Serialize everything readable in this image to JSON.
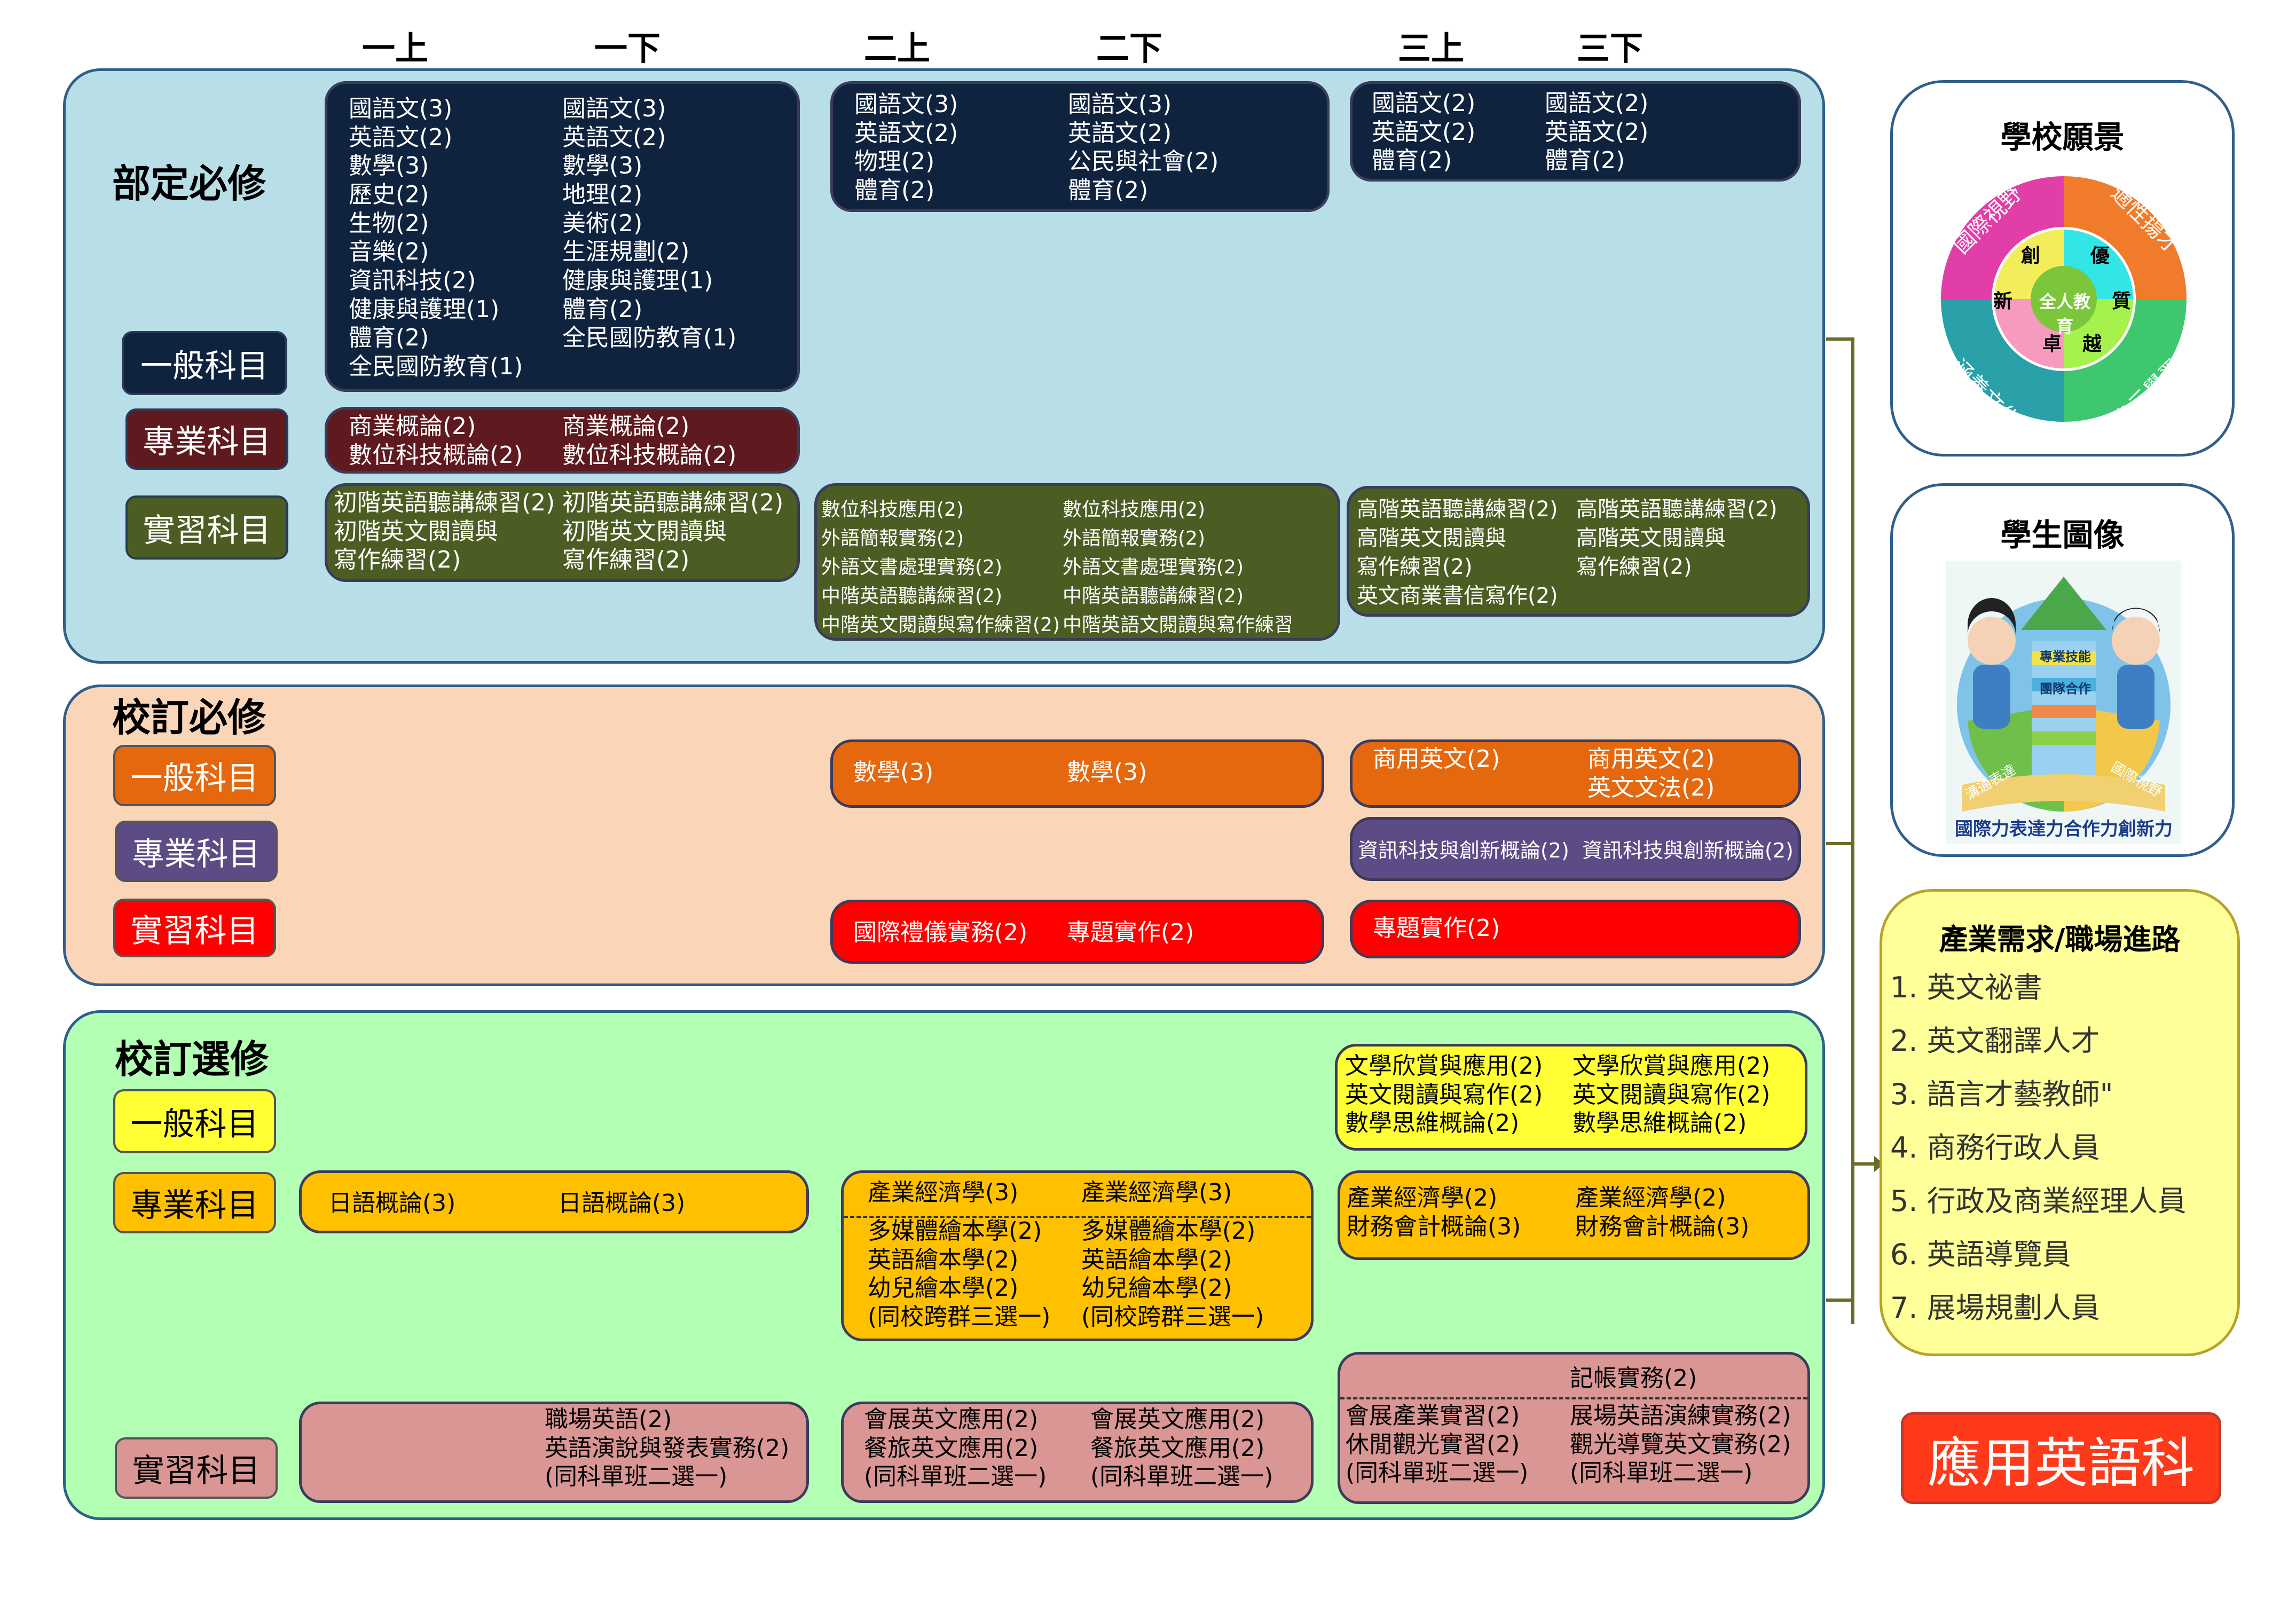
{
  "semesters": [
    "一上",
    "一下",
    "二上",
    "二下",
    "三上",
    "三下"
  ],
  "sections": {
    "required_dept": {
      "title": "部定必修",
      "categories": {
        "general": "一般科目",
        "professional": "專業科目",
        "practice": "實習科目"
      },
      "general": {
        "y1a": "國語文(3)\n英語文(2)\n數學(3)\n歷史(2)\n生物(2)\n音樂(2)\n資訊科技(2)\n健康與護理(1)\n體育(2)\n全民國防教育(1)",
        "y1b": "國語文(3)\n英語文(2)\n數學(3)\n地理(2)\n美術(2)\n生涯規劃(2)\n健康與護理(1)\n體育(2)\n全民國防教育(1)",
        "y2a": "國語文(3)\n英語文(2)\n物理(2)\n體育(2)",
        "y2b": "國語文(3)\n英語文(2)\n公民與社會(2)\n體育(2)",
        "y3a": "國語文(2)\n英語文(2)\n體育(2)",
        "y3b": "國語文(2)\n英語文(2)\n體育(2)"
      },
      "professional": {
        "y1a": "商業概論(2)\n數位科技概論(2)",
        "y1b": "商業概論(2)\n數位科技概論(2)"
      },
      "practice": {
        "y1a": "初階英語聽講練習(2)\n初階英文閱讀與\n寫作練習(2)",
        "y1b": "初階英語聽講練習(2)\n初階英文閱讀與\n寫作練習(2)",
        "y2a": "數位科技應用(2)\n外語簡報實務(2)\n外語文書處理實務(2)\n中階英語聽講練習(2)\n中階英文閱讀與寫作練習(2)",
        "y2b": "數位科技應用(2)\n外語簡報實務(2)\n外語文書處理實務(2)\n中階英語聽講練習(2)\n中階英語文閱讀與寫作練習",
        "y3a": "高階英語聽講練習(2)\n高階英文閱讀與\n寫作練習(2)\n英文商業書信寫作(2)",
        "y3b": "高階英語聽講練習(2)\n高階英文閱讀與\n寫作練習(2)"
      }
    },
    "required_school": {
      "title": "校訂必修",
      "categories": {
        "general": "一般科目",
        "professional": "專業科目",
        "practice": "實習科目"
      },
      "general": {
        "y2a": "數學(3)",
        "y2b": "數學(3)",
        "y3a": "商用英文(2)",
        "y3b": "商用英文(2)\n英文文法(2)"
      },
      "professional": {
        "y3a": "資訊科技與創新概論(2)",
        "y3b": "資訊科技與創新概論(2)"
      },
      "practice": {
        "y2a": "國際禮儀實務(2)",
        "y2b": "專題實作(2)",
        "y3a": "專題實作(2)"
      }
    },
    "elective_school": {
      "title": "校訂選修",
      "categories": {
        "general": "一般科目",
        "professional": "專業科目",
        "practice": "實習科目"
      },
      "general": {
        "y3a": "文學欣賞與應用(2)\n英文閱讀與寫作(2)\n數學思維概論(2)",
        "y3b": "文學欣賞與應用(2)\n英文閱讀與寫作(2)\n數學思維概論(2)"
      },
      "professional": {
        "y1a": "日語概論(3)",
        "y1b": "日語概論(3)",
        "y2a_top": "產業經濟學(3)",
        "y2b_top": "產業經濟學(3)",
        "y2a": "多媒體繪本學(2)\n英語繪本學(2)\n幼兒繪本學(2)\n(同校跨群三選一)",
        "y2b": "多媒體繪本學(2)\n英語繪本學(2)\n幼兒繪本學(2)\n(同校跨群三選一)",
        "y3a": "產業經濟學(2)\n財務會計概論(3)",
        "y3b": "產業經濟學(2)\n財務會計概論(3)"
      },
      "practice": {
        "y1b": "職場英語(2)\n英語演說與發表實務(2)\n(同科單班二選一)",
        "y2a": "會展英文應用(2)\n餐旅英文應用(2)\n(同科單班二選一)",
        "y2b": "會展英文應用(2)\n餐旅英文應用(2)\n(同科單班二選一)",
        "y3b_top": "記帳實務(2)",
        "y3a": "會展產業實習(2)\n休閒觀光實習(2)\n(同科單班二選一)",
        "y3b": "展場英語演練實務(2)\n觀光導覽英文實務(2)\n(同科單班二選一)"
      }
    }
  },
  "vision": {
    "title": "學校願景",
    "center": "全人教育",
    "inner": [
      "創",
      "優",
      "質",
      "越",
      "卓",
      "新"
    ],
    "outer": [
      "適性揚才",
      "多元學習",
      "涵養文化",
      "國際視野"
    ],
    "colors": [
      "#f07c2b",
      "#3fc76f",
      "#2aa0a8",
      "#e23ea8"
    ]
  },
  "portrait": {
    "title": "學生圖像",
    "caption": "國際力表達力合作力創新力",
    "tags": [
      "溝通表達",
      "國際視野",
      "專業技能",
      "團隊合作"
    ]
  },
  "careers": {
    "title": "產業需求/職場進路",
    "items": [
      "1. 英文祕書",
      "2. 英文翻譯人才",
      "3. 語言才藝教師\"",
      "4. 商務行政人員",
      "5. 行政及商業經理人員",
      "6. 英語導覽員",
      "7. 展場規劃人員"
    ]
  },
  "dept_name": "應用英語科"
}
